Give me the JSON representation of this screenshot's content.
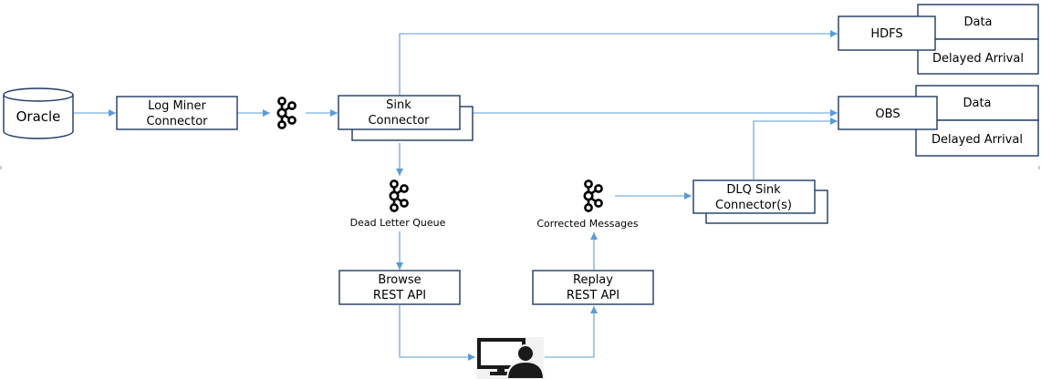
{
  "nodes": {
    "oracle": "Oracle",
    "log_miner": [
      "Log Miner",
      "Connector"
    ],
    "sink": [
      "Sink",
      "Connector"
    ],
    "hdfs": "HDFS",
    "obs": "OBS",
    "hdfs_data": "Data",
    "hdfs_delayed": "Delayed Arrival",
    "obs_data": "Data",
    "obs_delayed": "Delayed Arrival",
    "dlq_sink": [
      "DLQ Sink",
      "Connector(s)"
    ],
    "dead_letter_queue": "Dead Letter Queue",
    "corrected_messages": "Corrected Messages",
    "browse_api": [
      "Browse",
      "REST API"
    ],
    "replay_api": [
      "Replay",
      "REST API"
    ]
  },
  "icons": {
    "kafka": "kafka-icon",
    "database": "database-icon",
    "user_workstation": "user-workstation-icon"
  },
  "colors": {
    "box_border": "#1f3864",
    "connector_line": "#5b9bd5",
    "icon": "#000000"
  }
}
